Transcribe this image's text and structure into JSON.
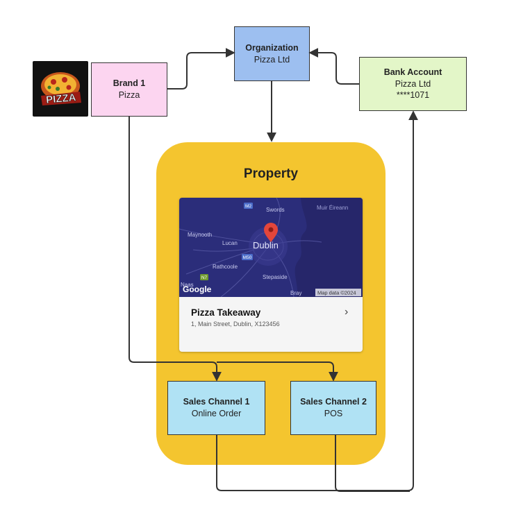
{
  "organization": {
    "title": "Organization",
    "subtitle": "Pizza Ltd"
  },
  "brand": {
    "title": "Brand 1",
    "subtitle": "Pizza",
    "logo_text": "PIZZA"
  },
  "bank": {
    "title": "Bank Account",
    "subtitle": "Pizza Ltd",
    "account": "****1071"
  },
  "property": {
    "title": "Property",
    "card": {
      "name": "Pizza Takeaway",
      "address": "1, Main Street, Dublin, X123456",
      "chevron": "›"
    },
    "map": {
      "labels": {
        "swords": "Swords",
        "muir": "Muir Éireann",
        "maynooth": "Maynooth",
        "lucan": "Lucan",
        "dublin": "Dublin",
        "rathcoole": "Rathcoole",
        "stepaside": "Stepaside",
        "bray": "Bray",
        "naas": "Naas",
        "m2": "M2",
        "m50": "M50",
        "n7": "N7",
        "google": "Google",
        "attribution": "Map data ©2024"
      }
    }
  },
  "channels": [
    {
      "title": "Sales Channel 1",
      "subtitle": "Online Order"
    },
    {
      "title": "Sales Channel 2",
      "subtitle": "POS"
    }
  ],
  "colors": {
    "organization": "#9dbff0",
    "brand": "#fcd5f0",
    "bank": "#e3f6c8",
    "property": "#f4c52f",
    "channel": "#b0e2f4",
    "map_bg": "#2b2d7a",
    "pin": "#e3463b"
  }
}
